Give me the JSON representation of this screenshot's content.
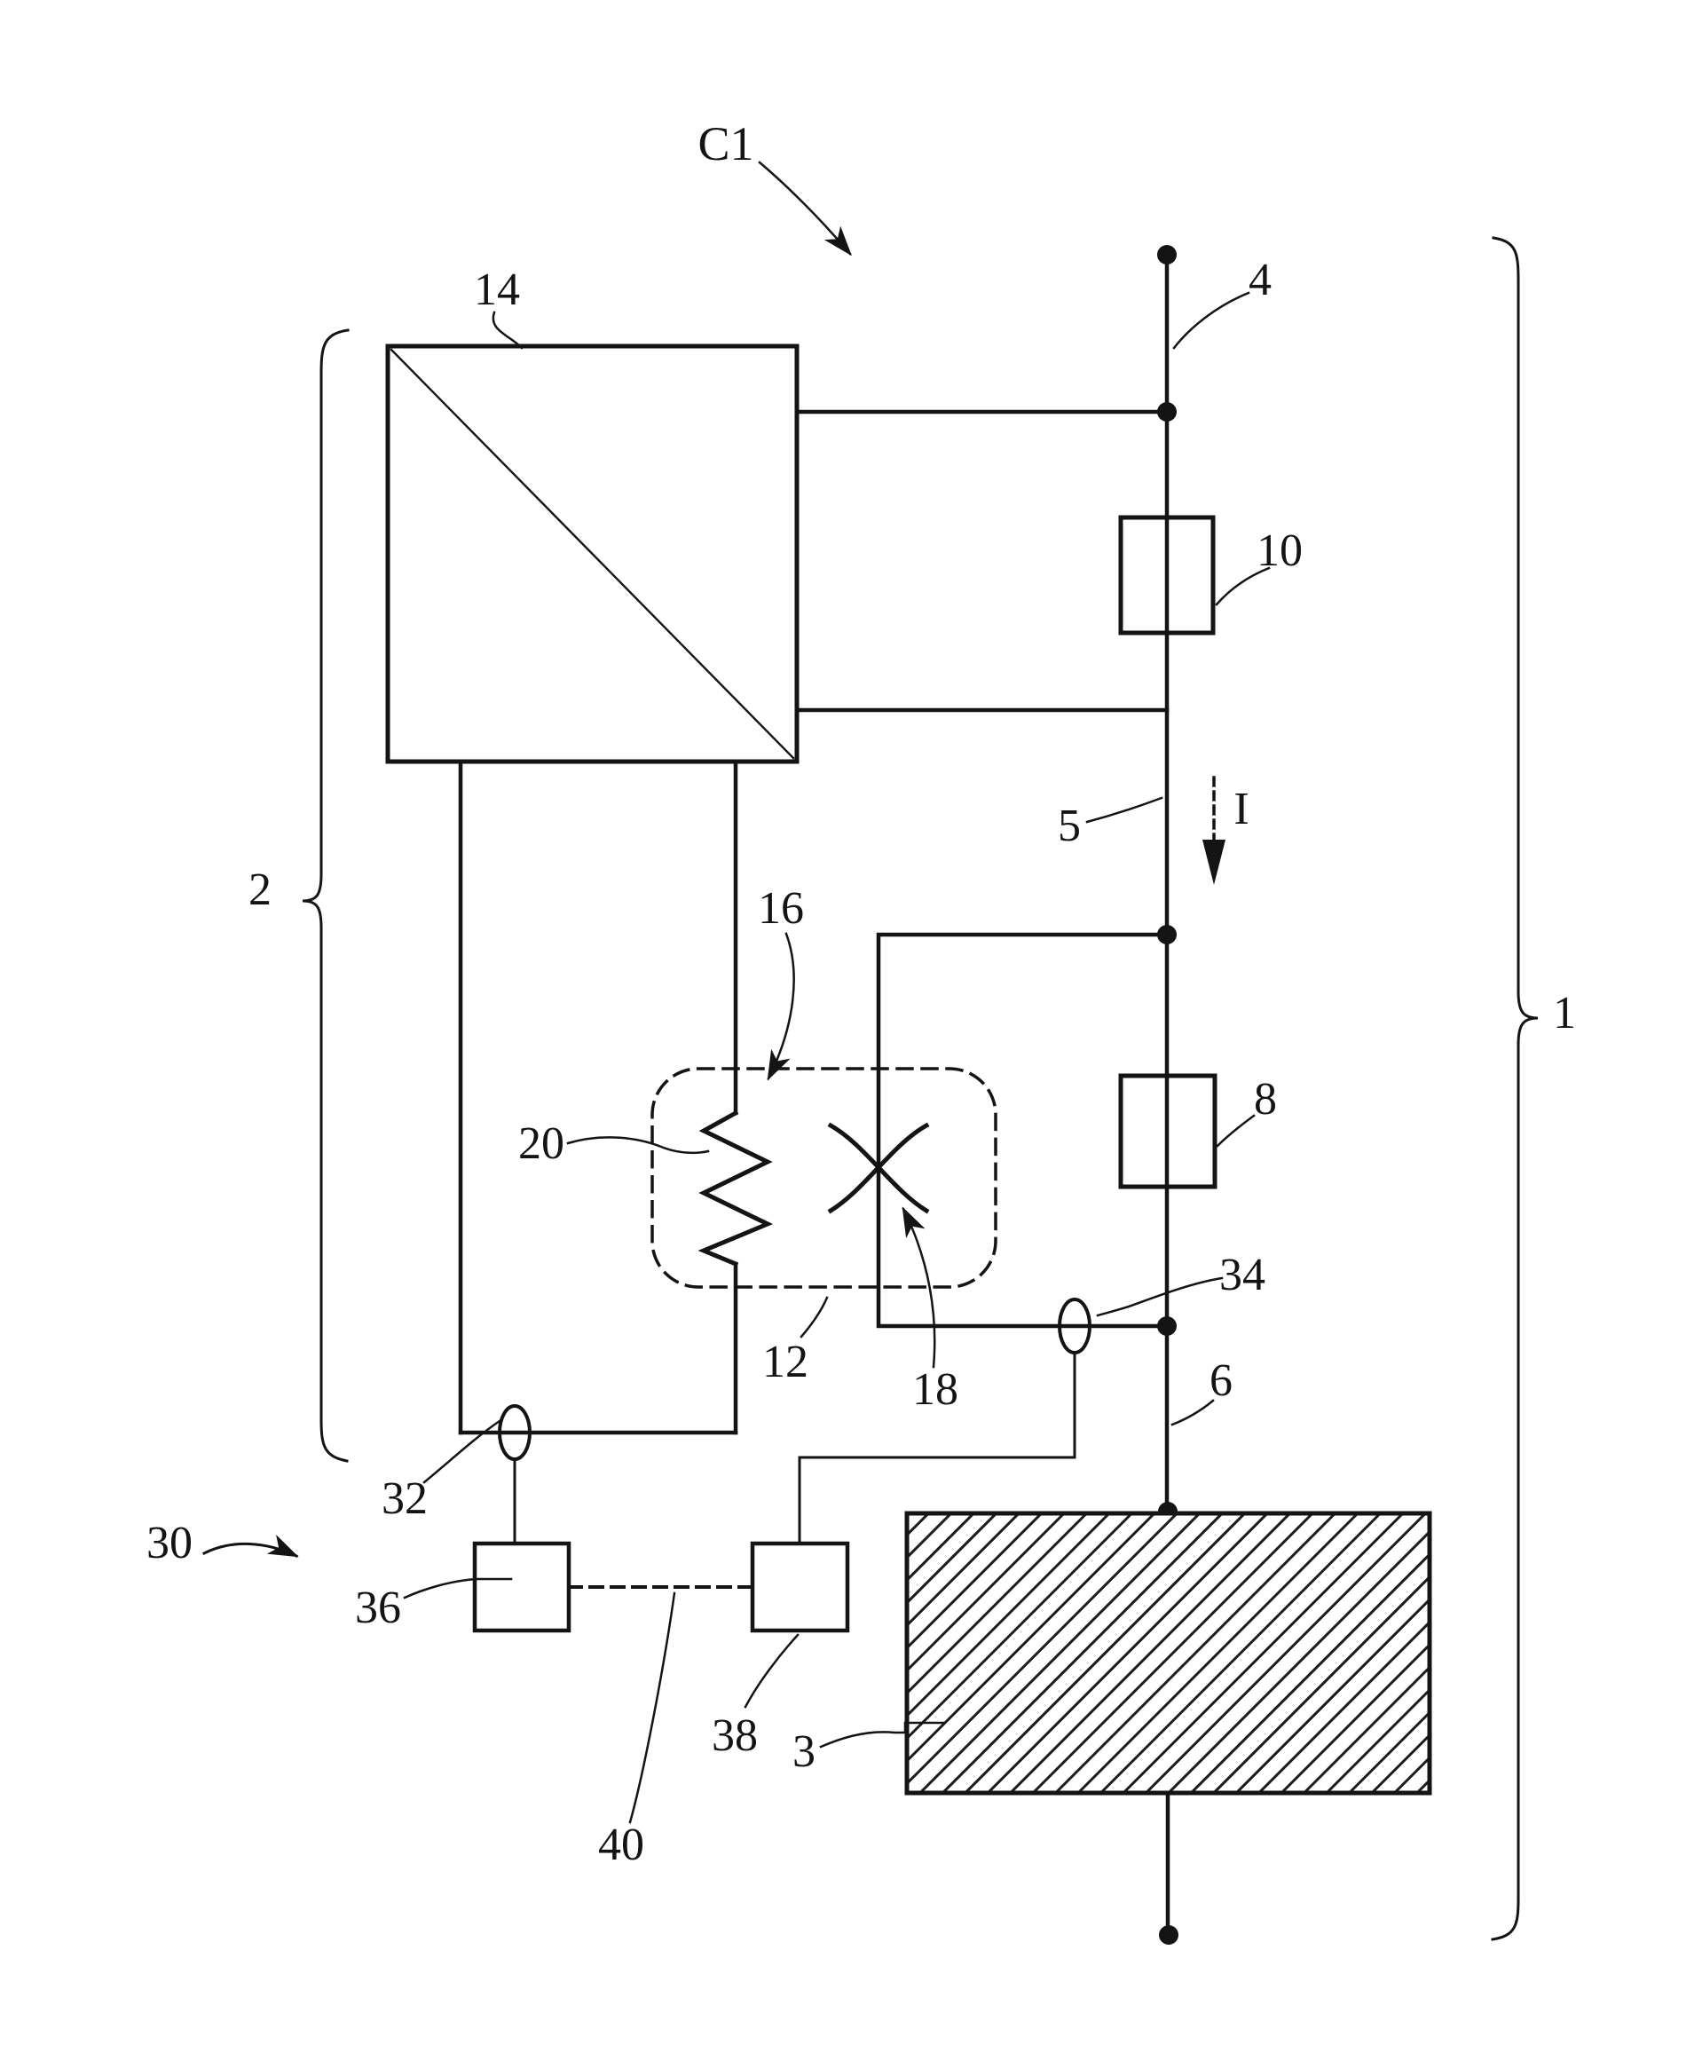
{
  "figure": {
    "colors": {
      "ink": "#141414",
      "paper": "#ffffff"
    },
    "labels": {
      "c1": "C1",
      "n1": "1",
      "n2": "2",
      "n3": "3",
      "n4": "4",
      "n5": "5",
      "n6": "6",
      "n8": "8",
      "n10": "10",
      "n12": "12",
      "n14": "14",
      "n16": "16",
      "n18": "18",
      "n20": "20",
      "n30": "30",
      "n32": "32",
      "n34": "34",
      "n36": "36",
      "n38": "38",
      "n40": "40",
      "current": "I"
    }
  }
}
